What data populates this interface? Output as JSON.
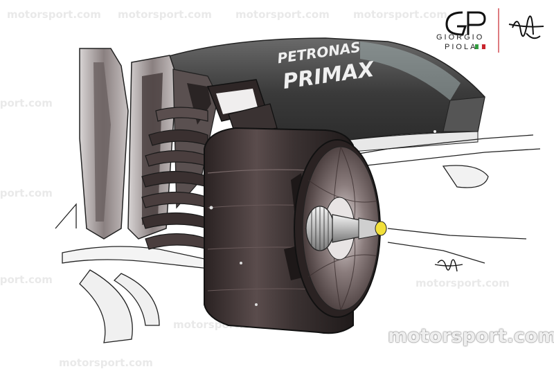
{
  "watermark": {
    "text": "motorsport.com",
    "label": "motorsport.com",
    "row_a": [
      "motorsport.com",
      "motorsport.com",
      "motorsport.com",
      "motorsport.com",
      "motorsport.com"
    ],
    "row_b": [
      "motorsport.com",
      "motorsport.com",
      "motorsport.com",
      "motorsport.com",
      "motorsport.com"
    ]
  },
  "logo": {
    "line1": "GIORGIO",
    "line2": "PIOLA"
  },
  "livery": {
    "sponsor1": "PETRONAS",
    "sponsor2": "PRIMAX"
  },
  "colors": {
    "drum": "#3b3232",
    "drum_dark": "#231d1d",
    "body_dark": "#4a4a4a",
    "italy_green": "#2e9b3c",
    "italy_red": "#c8232c",
    "accent_yellow": "#f2e03a"
  }
}
